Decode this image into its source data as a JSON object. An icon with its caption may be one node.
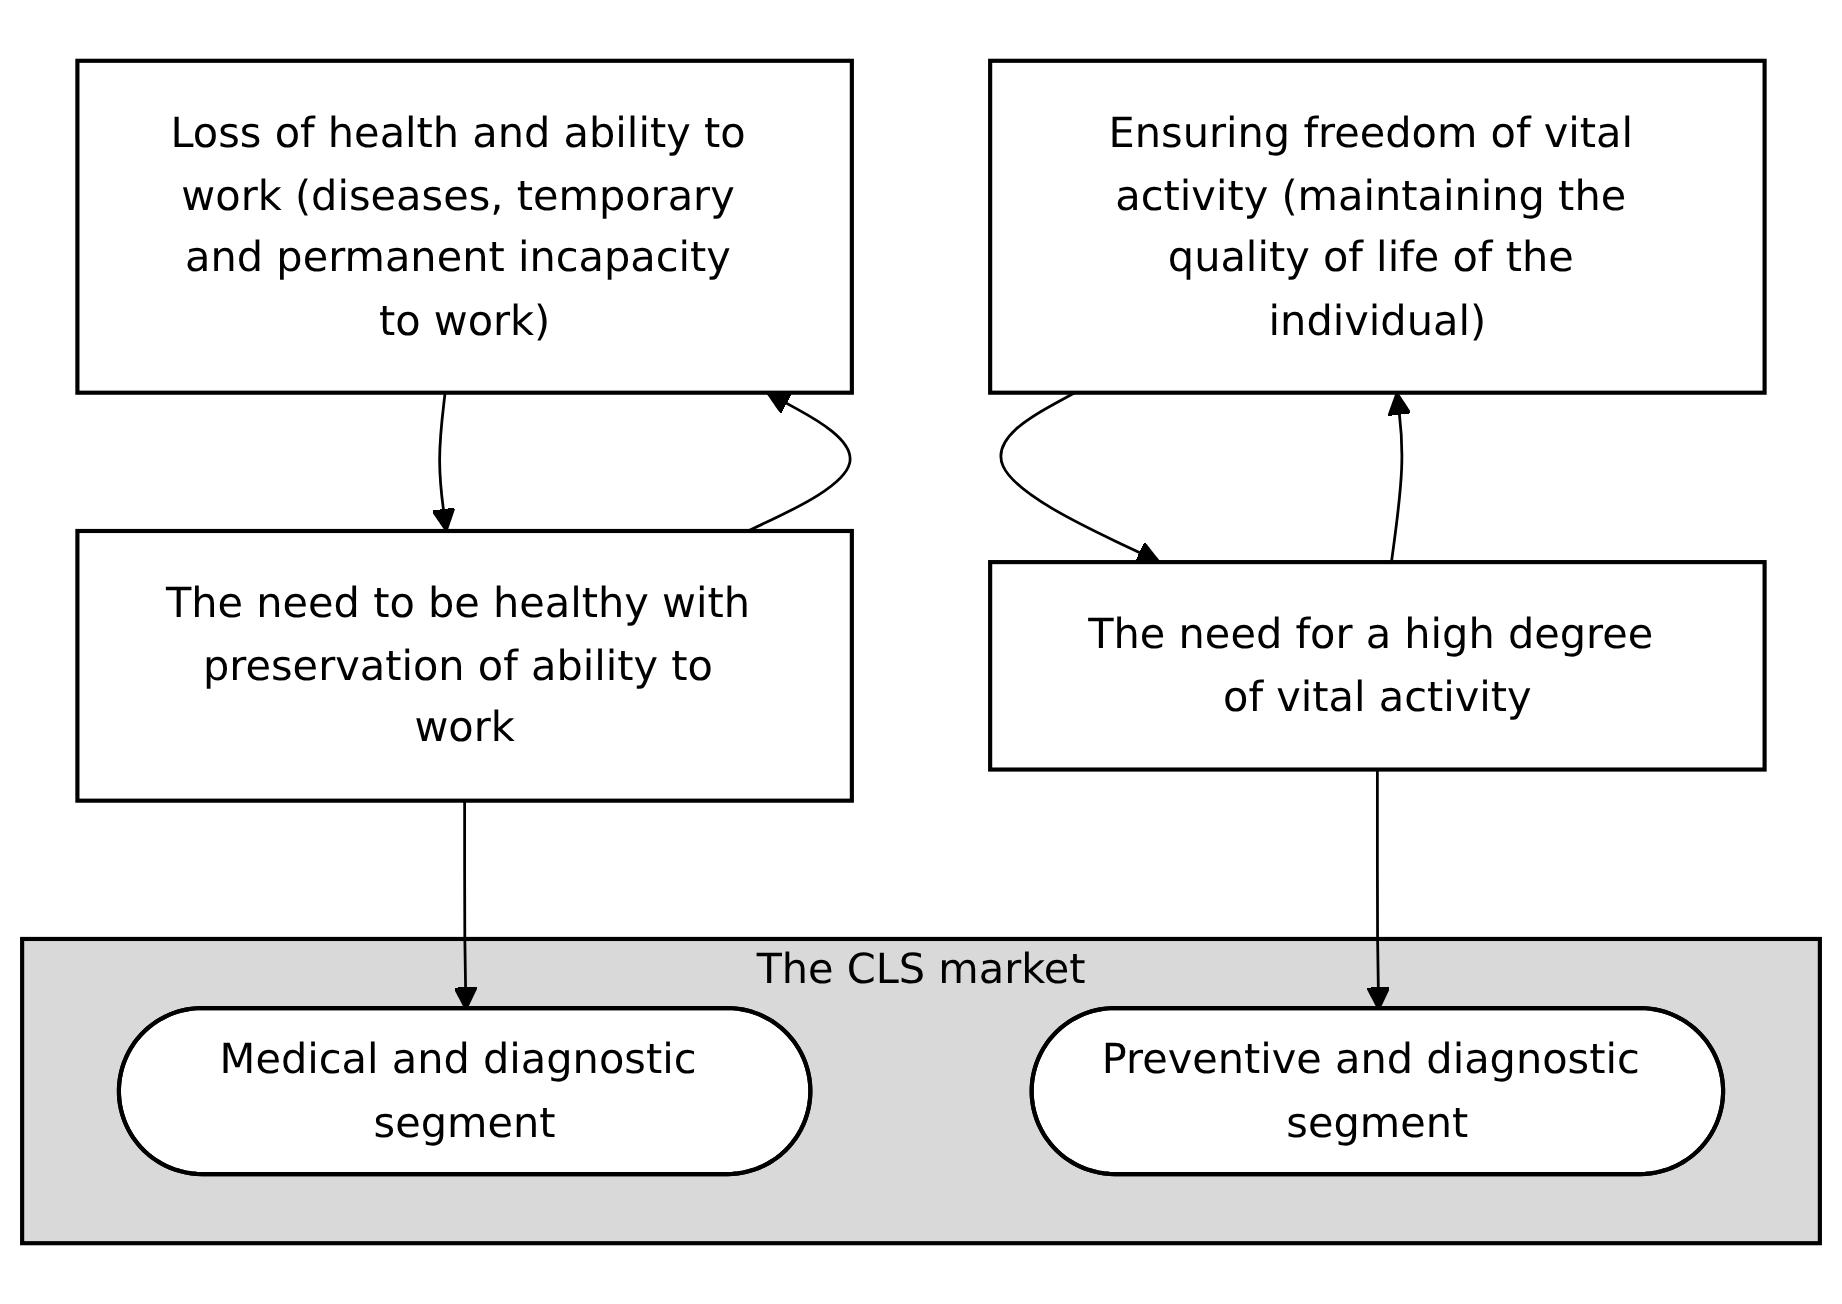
{
  "diagram": {
    "nodes": [
      {
        "text": [
          "Loss of health and ability to work (diseases, temporary and permanent incapacity to work)"
        ]
      },
      {
        "text": [
          "Ensuring freedom of vital activity (maintaining the quality of life of the individual)"
        ]
      },
      {
        "text": [
          "The need to be healthy with preservation of ability to work"
        ]
      },
      {
        "text": [
          "The need for a high degree of vital activity"
        ]
      },
      {
        "text": [
          "The CLS market"
        ]
      },
      {
        "text": [
          "Medical and diagnostic segment"
        ],
        "in": 4
      },
      {
        "text": [
          "Preventive and diagnostic segment"
        ],
        "in": 4
      }
    ],
    "edges": [
      {
        "from": 0,
        "to": 2,
        "arrow": "to"
      },
      {
        "from": 2,
        "to": 0,
        "arrow": "to"
      },
      {
        "from": 1,
        "to": 3,
        "arrow": "to"
      },
      {
        "from": 3,
        "to": 1,
        "arrow": "to"
      },
      {
        "from": 2,
        "to": 5,
        "arrow": "to"
      },
      {
        "from": 3,
        "to": 6,
        "arrow": "to"
      }
    ]
  }
}
